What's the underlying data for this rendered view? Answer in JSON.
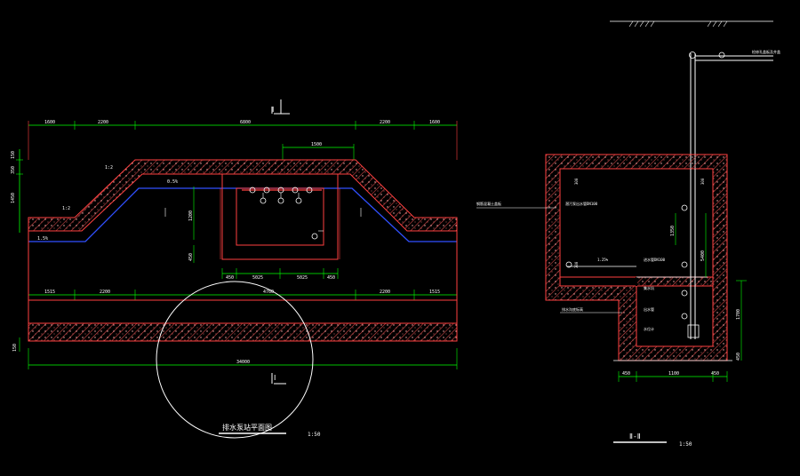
{
  "colors": {
    "background": "#000000",
    "wall": "#ff4040",
    "hatch": "#ff6060",
    "dimension": "#00ff00",
    "text": "#ffffff",
    "pipe_blue": "#3050ff",
    "section_circle": "#ffffff"
  },
  "plan": {
    "section_mark_top": "Ⅰ",
    "section_mark_bottom": "Ⅰ",
    "dims_top": [
      "1600",
      "2200",
      "6800",
      "2200",
      "1600"
    ],
    "dim_inner_top": "1500",
    "dims_left": [
      "150",
      "350",
      "1450"
    ],
    "dims_middle": [
      "1515",
      "2200",
      "4760",
      "2200",
      "1515"
    ],
    "dims_chamber": [
      "450",
      "5025",
      "5025",
      "450"
    ],
    "dim_total": "34000",
    "dim_side_left": "150",
    "dim_vert_mid": "1200",
    "dim_vert_left": "450",
    "small_labels": [
      "1:2",
      "0.5%",
      "1:2",
      "1.5%"
    ],
    "title": "排水泵站平面图",
    "scale": "1:50"
  },
  "section": {
    "title": "Ⅱ-Ⅱ",
    "scale": "1:50",
    "labels": [
      "检修孔盖板及井盖",
      "钢筋混凝土盖板",
      "潜污泵出水管DN100",
      "1.25%",
      "进水管DN100",
      "集水坑",
      "出水管",
      "排水沟底标高",
      "水位计"
    ],
    "dims_right": [
      "1350",
      "5400",
      "1700",
      "450"
    ],
    "dims_bottom": [
      "450",
      "1100",
      "450"
    ],
    "dims_inner": [
      "300",
      "300",
      "300"
    ]
  }
}
